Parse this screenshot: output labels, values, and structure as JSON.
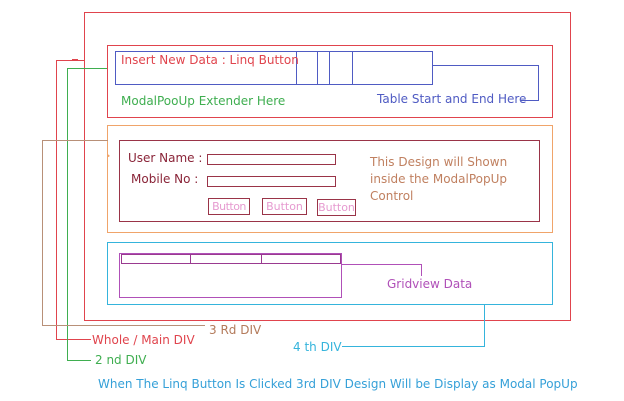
{
  "colors": {
    "main_div": "#e0444d",
    "second_div": "#e0444d",
    "second_div_label": "#3fae50",
    "table": "#4f5bc3",
    "third_div": "#f0a46a",
    "third_div_label": "#b37a5a",
    "modal_inner": "#9a3448",
    "modal_note": "#c08060",
    "button_text": "#e69ad0",
    "fourth_div": "#35b4dc",
    "gridview": "#b050b8",
    "caption": "#35a0d8"
  },
  "second_div": {
    "linq_button_label": "Insert New Data : Linq Button",
    "extender_label": "ModalPooUp Extender Here",
    "table_label": "Table Start and End Here"
  },
  "third_div": {
    "user_name_label": "User Name :",
    "mobile_no_label": "Mobile No :",
    "user_name_value": "",
    "mobile_no_value": "",
    "buttons": [
      "Button",
      "Button",
      "Button"
    ],
    "note_lines": [
      "This Design will Shown",
      "inside the ModalPopUp",
      "Control"
    ]
  },
  "fourth_div": {
    "gridview_label": "Gridview Data"
  },
  "legend": {
    "main_div": "Whole / Main DIV",
    "second_div": "2 nd DIV",
    "third_div": "3 Rd DIV",
    "fourth_div": "4 th DIV"
  },
  "caption": "When The Linq Button Is Clicked 3rd DIV Design Will be Display as Modal PopUp"
}
